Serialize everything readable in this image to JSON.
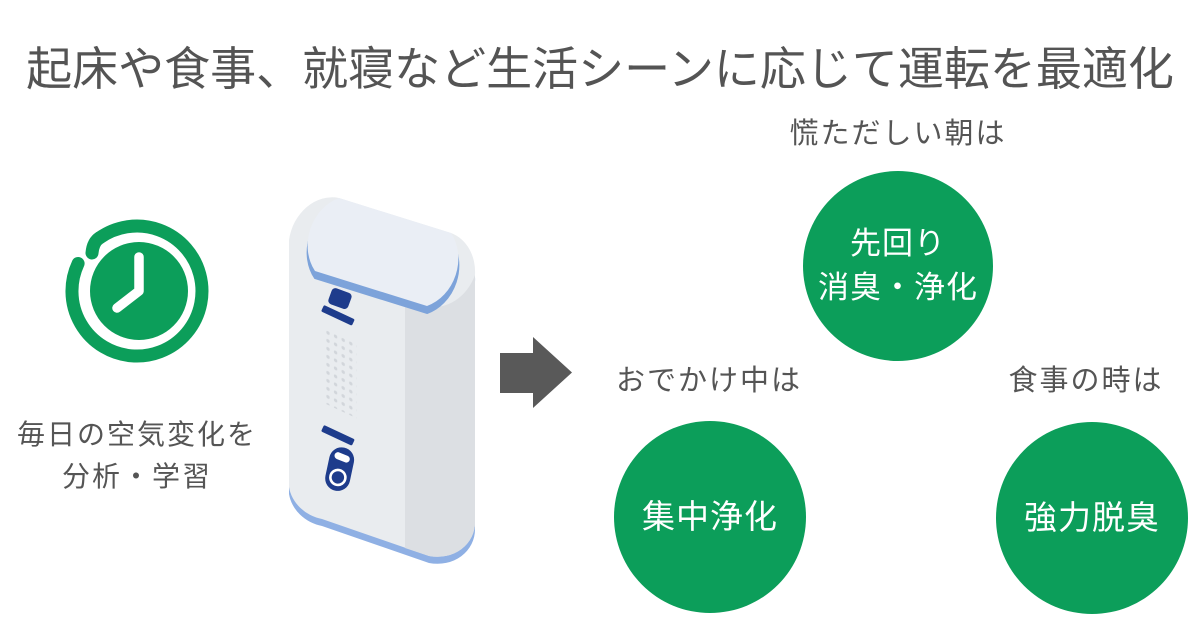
{
  "heading": {
    "text": "起床や食事、就寝など生活シーンに応じて運転を最適化"
  },
  "left_feature": {
    "icon": "clock-refresh-icon",
    "caption_line1": "毎日の空気変化を",
    "caption_line2": "分析・学習"
  },
  "device": {
    "description": "air-purifier-isometric-illustration"
  },
  "flow_arrow": {
    "icon": "right-arrow-icon",
    "direction": "right"
  },
  "scenes": [
    {
      "label": "慌ただしい朝は",
      "mode_line1": "先回り",
      "mode_line2": "消臭・浄化"
    },
    {
      "label": "おでかけ中は",
      "mode_line1": "集中浄化",
      "mode_line2": ""
    },
    {
      "label": "食事の時は",
      "mode_line1": "強力脱臭",
      "mode_line2": ""
    }
  ],
  "colors": {
    "accent_green": "#0c9e5a",
    "text_gray": "#555555",
    "arrow_gray": "#595959",
    "device_navy": "#1e3c8c",
    "device_rim_blue": "#7da3da",
    "device_body": "#e9ecef",
    "device_side": "#dcdfe3",
    "device_top": "#eaeef5",
    "circle_text": "#ffffff"
  }
}
